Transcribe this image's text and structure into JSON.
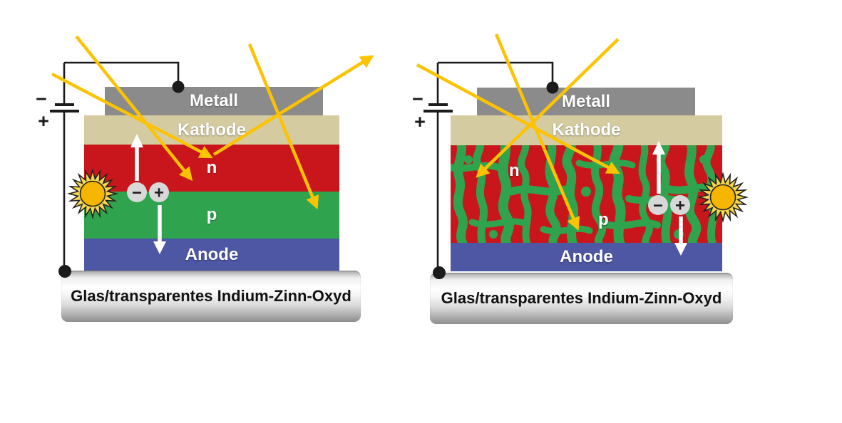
{
  "colors": {
    "metal": "#8b8b8b",
    "cathode": "#d5cba0",
    "n-red": "#c9161c",
    "p-green": "#2fa34d",
    "anode-blue": "#4d57a4",
    "ray-yellow": "#fcc303",
    "wire": "#1b1b1b",
    "charge-fill": "#d8d8d8",
    "charge-symbol": "#1f1f1f",
    "sun-core": "#f6b600",
    "sun-spikes": "#f6d74e",
    "sun-outline": "#222222"
  },
  "left_panel": {
    "layers": {
      "metal": "Metall",
      "cathode": "Kathode",
      "n": "n",
      "p": "p",
      "anode": "Anode",
      "substrate": "Glas/transparentes Indium-Zinn-Oxyd"
    },
    "battery": {
      "minus": "−",
      "plus": "+"
    },
    "charges": {
      "electron": "−",
      "hole": "+"
    }
  },
  "right_panel": {
    "layers": {
      "metal": "Metall",
      "cathode": "Kathode",
      "n": "n",
      "p": "p",
      "anode": "Anode",
      "substrate": "Glas/transparentes Indium-Zinn-Oxyd"
    },
    "battery": {
      "minus": "−",
      "plus": "+"
    },
    "charges": {
      "electron": "−",
      "hole": "+"
    }
  }
}
